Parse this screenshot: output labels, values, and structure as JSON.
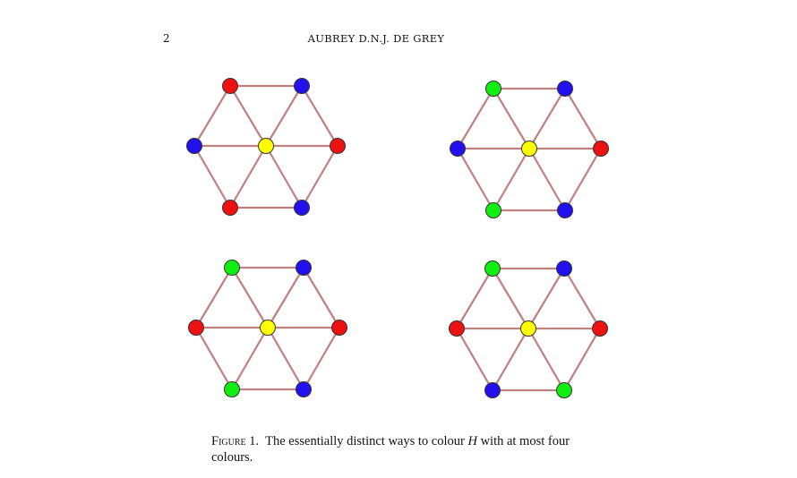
{
  "header": {
    "page_number": "2",
    "running_head": "AUBREY D.N.J. DE GREY"
  },
  "colors": {
    "red": "#ee1111",
    "blue": "#2211ee",
    "green": "#11ee11",
    "yellow": "#ffff00",
    "edge": "#c08080"
  },
  "figure": {
    "graphs": [
      {
        "center": "yellow",
        "tl": "red",
        "tr": "blue",
        "l": "blue",
        "r": "red",
        "bl": "red",
        "br": "blue"
      },
      {
        "center": "yellow",
        "tl": "green",
        "tr": "blue",
        "l": "blue",
        "r": "red",
        "bl": "green",
        "br": "blue"
      },
      {
        "center": "yellow",
        "tl": "green",
        "tr": "blue",
        "l": "red",
        "r": "red",
        "bl": "green",
        "br": "blue"
      },
      {
        "center": "yellow",
        "tl": "green",
        "tr": "blue",
        "l": "red",
        "r": "red",
        "bl": "blue",
        "br": "green"
      }
    ],
    "caption_label": "Figure 1.",
    "caption_text_1": "The essentially distinct ways to colour",
    "caption_var": "H",
    "caption_text_2": "with at most four colours."
  }
}
